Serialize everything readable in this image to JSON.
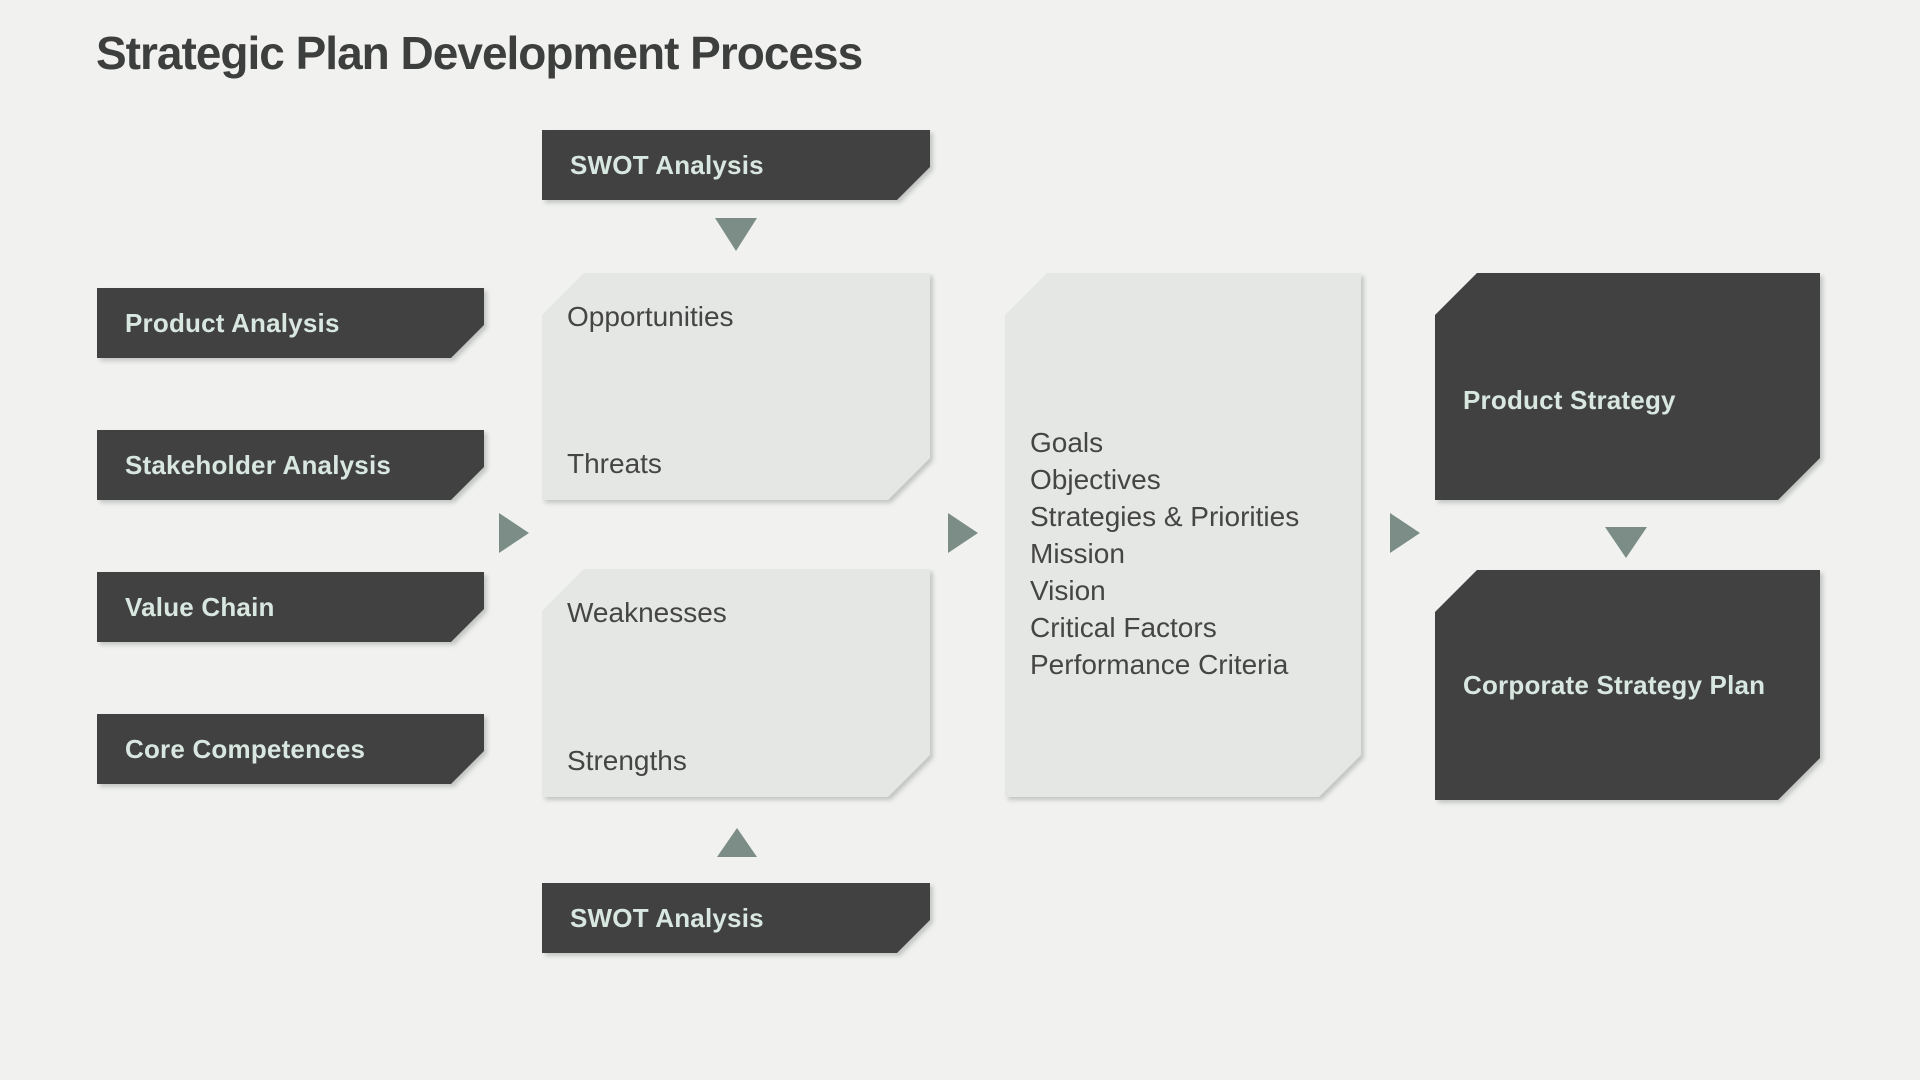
{
  "title": "Strategic Plan Development Process",
  "colors": {
    "background": "#f1f2f0",
    "box_dark": "#414141",
    "box_light": "#e5e7e4",
    "text_light": "#d9e7e1",
    "text_dark": "#454545",
    "arrow": "#7b8d86",
    "title_color": "#3d3f3e"
  },
  "swot": {
    "top_banner": "SWOT Analysis",
    "bottom_banner": "SWOT Analysis"
  },
  "inputs": [
    {
      "label": "Product Analysis"
    },
    {
      "label": "Stakeholder Analysis"
    },
    {
      "label": "Value Chain"
    },
    {
      "label": "Core Competences"
    }
  ],
  "external_factors": {
    "top": "Opportunities",
    "bottom": "Threats"
  },
  "internal_factors": {
    "top": "Weaknesses",
    "bottom": "Strengths"
  },
  "strategy_elements": [
    "Goals",
    "Objectives",
    "Strategies & Priorities",
    "Mission",
    "Vision",
    "Critical Factors",
    "Performance Criteria"
  ],
  "outputs": [
    {
      "label": "Product Strategy"
    },
    {
      "label": "Corporate Strategy Plan"
    }
  ]
}
